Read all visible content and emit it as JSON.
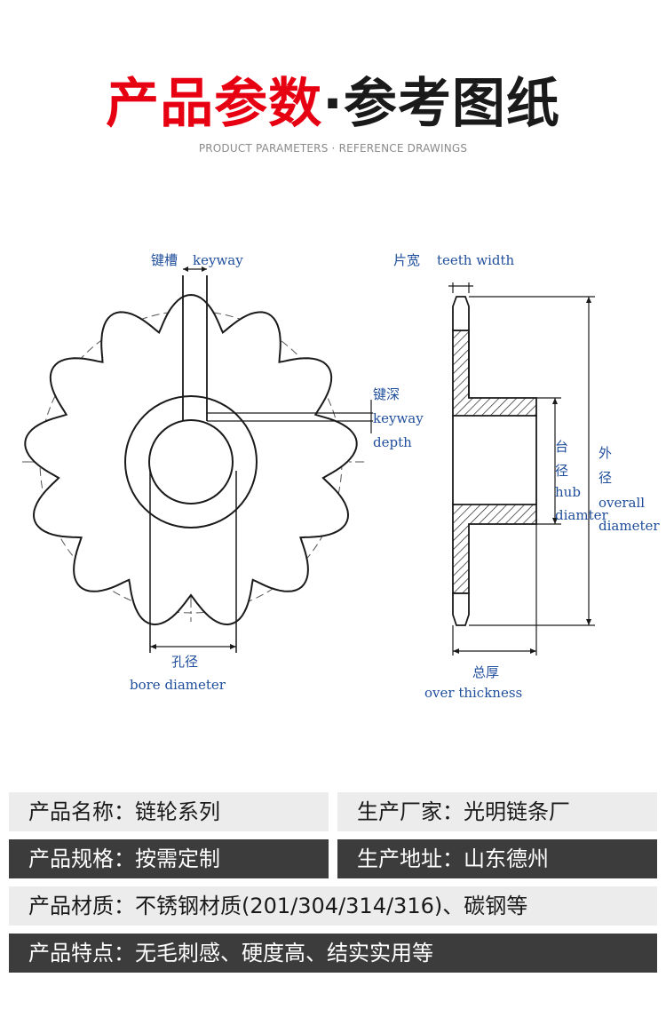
{
  "header": {
    "title_main": "产品参数",
    "title_dot": "·",
    "title_sub": "参考图纸",
    "subtitle": "PRODUCT PARAMETERS · REFERENCE DRAWINGS"
  },
  "drawing": {
    "keyway_cn": "键槽",
    "keyway_en": "keyway",
    "keyway_depth_cn": "键深",
    "keyway_depth_en1": "keyway",
    "keyway_depth_en2": "depth",
    "bore_cn": "孔径",
    "bore_en": "bore diameter",
    "teeth_width_cn": "片宽",
    "teeth_width_en": "teeth width",
    "hub_cn1": "台",
    "hub_cn2": "径",
    "hub_en1": "hub",
    "hub_en2": "diamter",
    "overall_cn1": "外",
    "overall_cn2": "径",
    "overall_en1": "overall",
    "overall_en2": "diameter",
    "thickness_cn": "总厚",
    "thickness_en": "over thickness"
  },
  "info": {
    "row1_left": "产品名称：链轮系列",
    "row1_right": "生产厂家：光明链条厂",
    "row2_left": "产品规格：按需定制",
    "row2_right": "生产地址：山东德州",
    "row3": "产品材质：不锈钢材质(201/304/314/316)、碳钢等",
    "row4": "产品特点：无毛刺感、硬度高、结实实用等"
  },
  "colors": {
    "title_red": "#e60012",
    "label_blue": "#1f4e9c",
    "row_light": "#ececec",
    "row_dark": "#3c3c3c"
  }
}
